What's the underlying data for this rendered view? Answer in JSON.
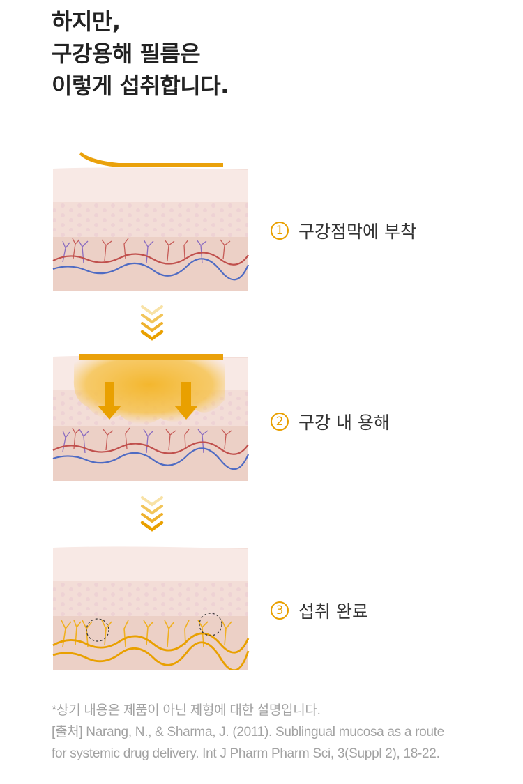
{
  "title_lines": [
    "하지만,",
    "구강용해 필름은",
    "이렇게 섭취합니다."
  ],
  "steps": [
    {
      "num": "1",
      "label": "구강점막에 부착"
    },
    {
      "num": "2",
      "label": "구강 내 용해"
    },
    {
      "num": "3",
      "label": "섭취 완료"
    }
  ],
  "footnote": {
    "line1": "*상기 내용은 제품이 아닌 제형에 대한 설명입니다.",
    "line2": "[출처] Narang, N., & Sharma, J. (2011). Sublingual mucosa as a route",
    "line3": "for systemic drug delivery. Int J Pharm Pharm Sci, 3(Suppl 2), 18-22."
  },
  "colors": {
    "accent": "#e9a000",
    "film": "#eaa10b",
    "artery": "#c0504d",
    "vein": "#4f6bc3",
    "skin_top": "#f7e6e2",
    "skin_mid": "#f0d8d0",
    "skin_bottom": "#e9c9bd"
  }
}
